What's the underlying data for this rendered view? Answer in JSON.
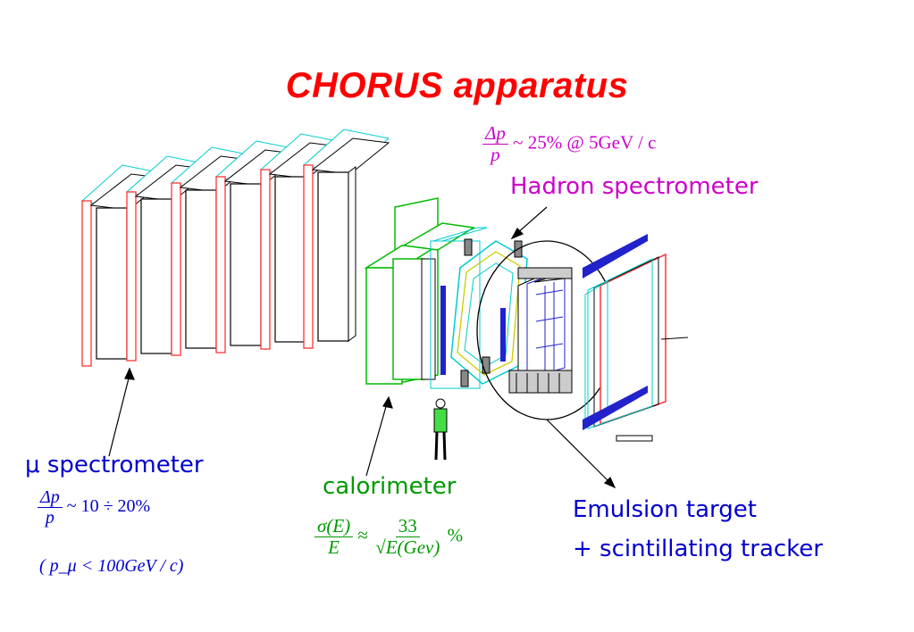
{
  "title": "CHORUS apparatus",
  "colors": {
    "title": "#ff0000",
    "hadron": "#cc00cc",
    "muon": "#0000cc",
    "calorimeter": "#009900",
    "emulsion": "#0000cc"
  },
  "hadron_spectrometer": {
    "label": "Hadron spectrometer",
    "formula_num": "Δp",
    "formula_den": "p",
    "formula_value": "~ 25% @ 5GeV / c"
  },
  "muon_spectrometer": {
    "symbol": "μ",
    "label": "spectrometer",
    "formula_num": "Δp",
    "formula_den": "p",
    "formula_value": "~ 10 ÷ 20%",
    "condition": "( p_μ < 100GeV / c)"
  },
  "calorimeter": {
    "label": "calorimeter",
    "formula_num": "σ(E)",
    "formula_den": "E",
    "approx": "≈",
    "frac2_num": "33",
    "frac2_den": "√E(Gev)",
    "percent": "%"
  },
  "emulsion": {
    "line1": "Emulsion target",
    "line2": "+ scintillating tracker"
  }
}
